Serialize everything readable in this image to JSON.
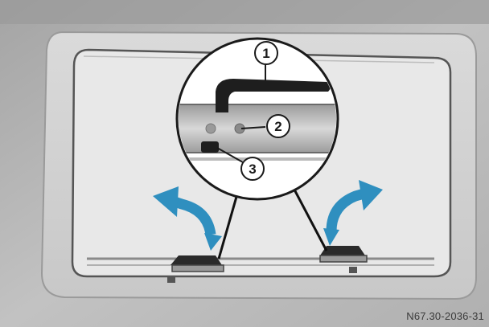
{
  "figure": {
    "image_code": "N67.30-2036-31",
    "callouts": [
      "1",
      "2",
      "3"
    ],
    "colors": {
      "panel_dark": "#8e8e8e",
      "panel_mid": "#bdbdbd",
      "window_inner": "#e6e6e6",
      "frame_light": "#d6d6d6",
      "arrow_blue": "#2f8fbf",
      "handle_black": "#1e1e1e"
    },
    "icons": [
      "curved-arrow-left-icon",
      "curved-arrow-right-icon"
    ]
  }
}
